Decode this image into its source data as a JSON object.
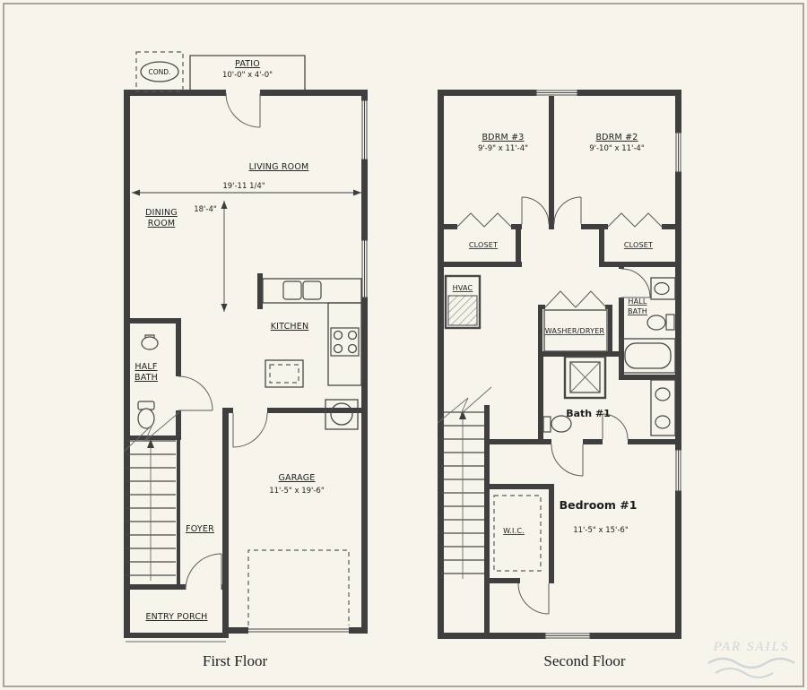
{
  "colors": {
    "bg": "#f7f4ec",
    "wall": "#3f3f3f",
    "line": "#474747",
    "ink": "#1d1d1d",
    "frame": "#a9a59b",
    "wm": "#c7ced3"
  },
  "first_floor": {
    "caption": "First Floor",
    "rooms": {
      "cond": "COND.",
      "patio": "PATIO",
      "patio_dim": "10'-0\" x 4'-0\"",
      "living_room": "LIVING ROOM",
      "dining_1": "DINING",
      "dining_2": "ROOM",
      "kitchen": "KITCHEN",
      "half_bath_1": "HALF",
      "half_bath_2": "BATH",
      "garage": "GARAGE",
      "garage_dim": "11'-5\" x 19'-6\"",
      "foyer": "FOYER",
      "entry_porch": "ENTRY PORCH"
    },
    "dimensions": {
      "width": "19'-11 1/4\"",
      "depth": "18'-4\""
    }
  },
  "second_floor": {
    "caption": "Second Floor",
    "rooms": {
      "bdrm3": "BDRM #3",
      "bdrm3_dim": "9'-9\" x 11'-4\"",
      "bdrm2": "BDRM #2",
      "bdrm2_dim": "9'-10\" x 11'-4\"",
      "closet_left": "CLOSET",
      "closet_right": "CLOSET",
      "hvac": "HVAC",
      "hall_bath_1": "HALL",
      "hall_bath_2": "BATH",
      "washer_dryer": "WASHER/DRYER",
      "bath1": "Bath #1",
      "wic": "W.I.C.",
      "bedroom1": "Bedroom #1",
      "bedroom1_dim": "11'-5\" x 15'-6\""
    }
  },
  "watermark": {
    "text": "PAR SAILS"
  }
}
